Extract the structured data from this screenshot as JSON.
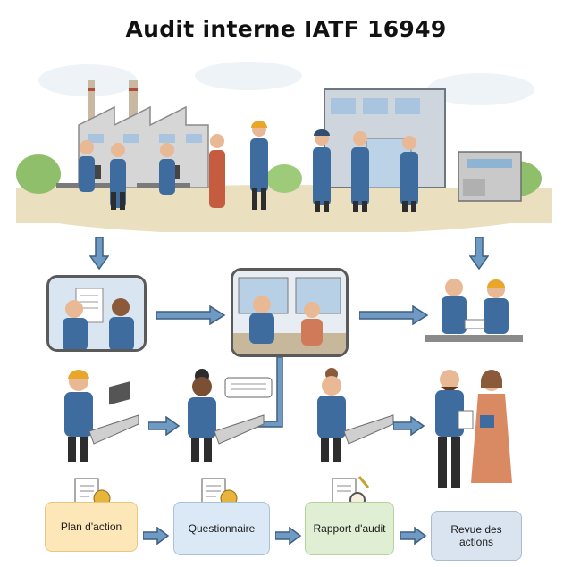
{
  "title": "Audit interne IATF 16949",
  "steps": [
    {
      "label": "Plan d'action",
      "fill": "#fde6b8",
      "border": "#e8c77e"
    },
    {
      "label": "Questionnaire",
      "fill": "#dbe8f5",
      "border": "#a9c2dc"
    },
    {
      "label": "Rapport d'audit",
      "fill": "#e0efd4",
      "border": "#b5d39d"
    },
    {
      "label": "Revue des actions",
      "fill": "#d9e4f0",
      "border": "#a8bbd0"
    }
  ],
  "colors": {
    "arrow": "#6f9ac4",
    "arrow_stroke": "#3d5f80",
    "workwear": "#3e6c9e",
    "skin": "#e9b894",
    "helmet": "#e8a62a",
    "ground": "#eadfbe"
  }
}
